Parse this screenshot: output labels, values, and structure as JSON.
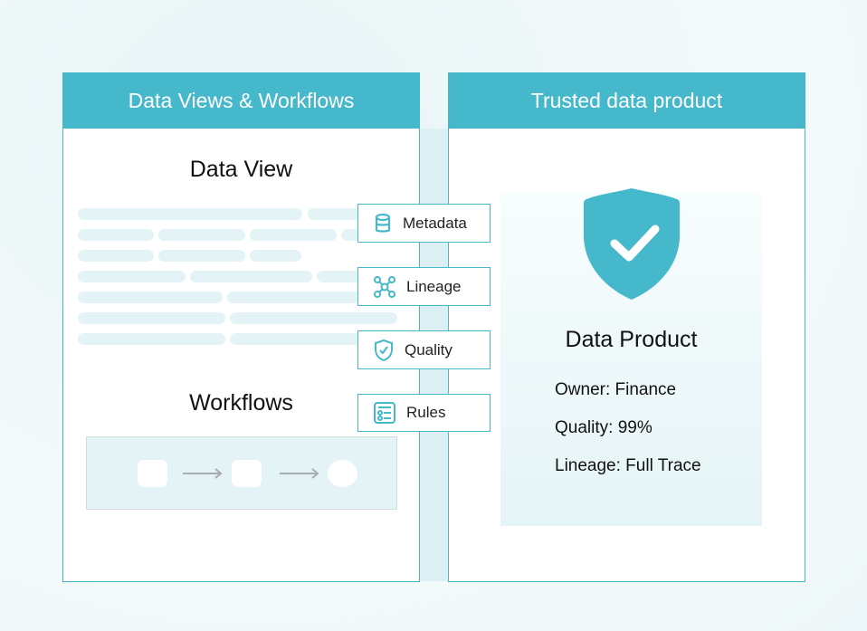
{
  "left_panel": {
    "header": "Data Views & Workflows",
    "data_view_title": "Data View",
    "workflows_title": "Workflows"
  },
  "right_panel": {
    "header": "Trusted data product",
    "card": {
      "title": "Data Product",
      "owner": "Owner: Finance",
      "quality": "Quality: 99%",
      "lineage": "Lineage: Full Trace"
    }
  },
  "connectors": [
    {
      "label": "Metadata",
      "icon": "database-icon"
    },
    {
      "label": "Lineage",
      "icon": "network-icon"
    },
    {
      "label": "Quality",
      "icon": "shield-check-icon"
    },
    {
      "label": "Rules",
      "icon": "checklist-icon"
    }
  ],
  "colors": {
    "accent": "#45b8cb",
    "light": "#e4f3f6"
  }
}
